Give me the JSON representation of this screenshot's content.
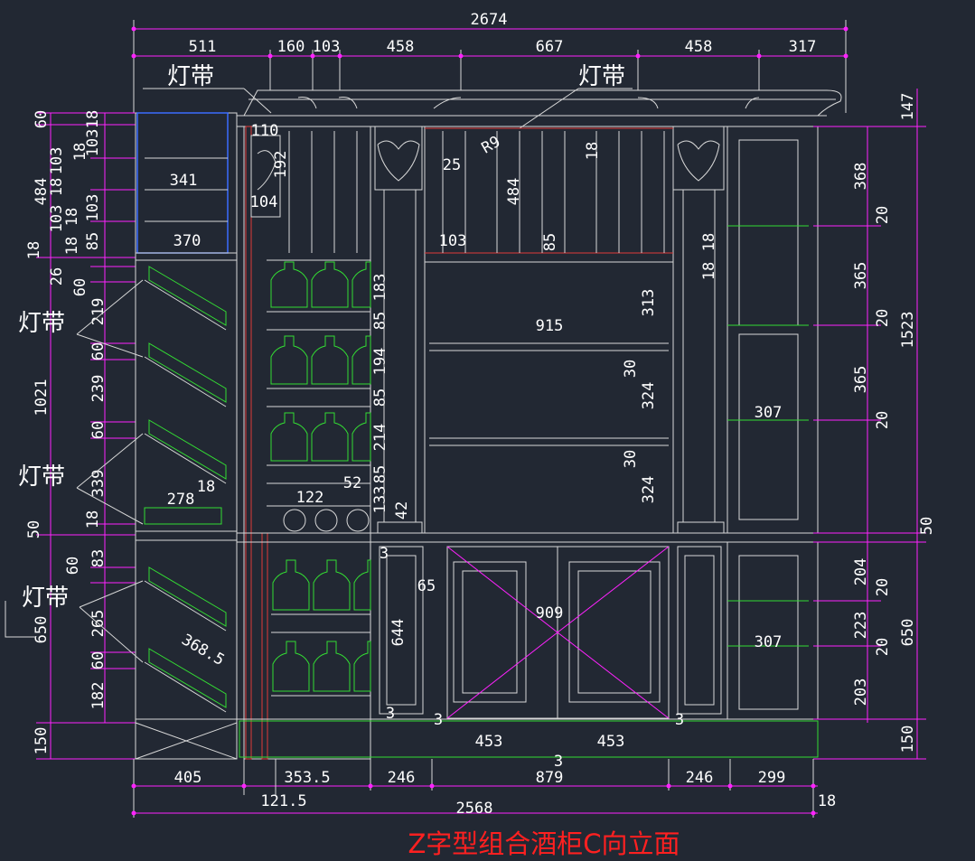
{
  "title": "Z字型组合酒柜C向立面",
  "labels": [
    "灯带",
    "灯带",
    "灯带",
    "灯带",
    "灯带"
  ],
  "top_total": "2674",
  "top_dims": [
    "511",
    "160",
    "103",
    "458",
    "667",
    "458",
    "317"
  ],
  "bottom_dims": [
    "405",
    "353.5",
    "246",
    "879",
    "246",
    "299"
  ],
  "bottom_total": "2568",
  "bottom_extra": [
    "121.5",
    "18"
  ],
  "left_outer": [
    "60",
    "484",
    "18",
    "1021",
    "50",
    "650",
    "150"
  ],
  "left_inner": [
    "18",
    "103",
    "18",
    "103",
    "18",
    "103",
    "18",
    "85",
    "26",
    "60",
    "219",
    "60",
    "239",
    "60",
    "339",
    "18",
    "83",
    "60",
    "265",
    "60",
    "182"
  ],
  "left_misc": [
    "103",
    "18"
  ],
  "right_inner": [
    "368",
    "20",
    "365",
    "20",
    "365",
    "20",
    "204",
    "20",
    "223",
    "20",
    "203"
  ],
  "right_outer": [
    "147",
    "1523",
    "50",
    "650",
    "150"
  ],
  "inner_dims": [
    "110",
    "192",
    "104",
    "341",
    "370",
    "25",
    "R9",
    "484",
    "18",
    "103",
    "85",
    "18",
    "18",
    "183",
    "85",
    "194",
    "85",
    "214",
    "85",
    "133",
    "42",
    "52",
    "122",
    "278",
    "18",
    "915",
    "313",
    "30",
    "324",
    "30",
    "324",
    "307",
    "307",
    "3",
    "65",
    "644",
    "909",
    "368.5",
    "3",
    "3",
    "453",
    "453",
    "3",
    "3"
  ]
}
